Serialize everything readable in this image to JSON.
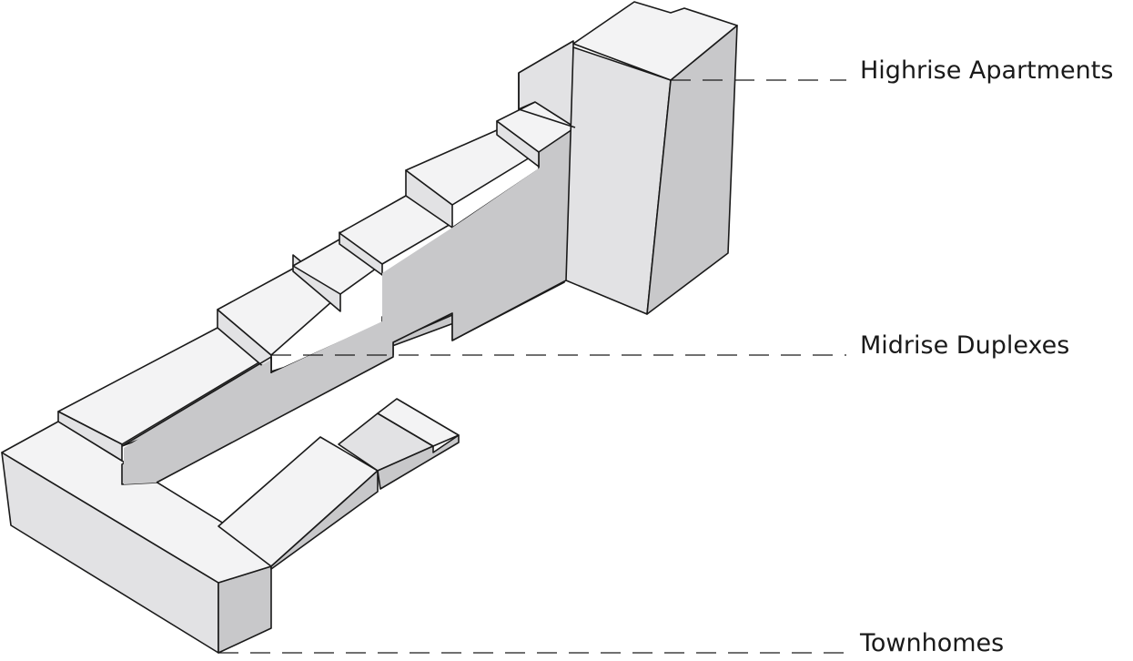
{
  "labels": {
    "highrise": "Highrise Apartments",
    "midrise": "Midrise Duplexes",
    "townhomes": "Townhomes"
  },
  "colors": {
    "top_face": "#f3f3f4",
    "side_light": "#e2e2e4",
    "side_dark": "#c8c8ca",
    "edge": "#1a1a1a",
    "background": "#ffffff"
  }
}
